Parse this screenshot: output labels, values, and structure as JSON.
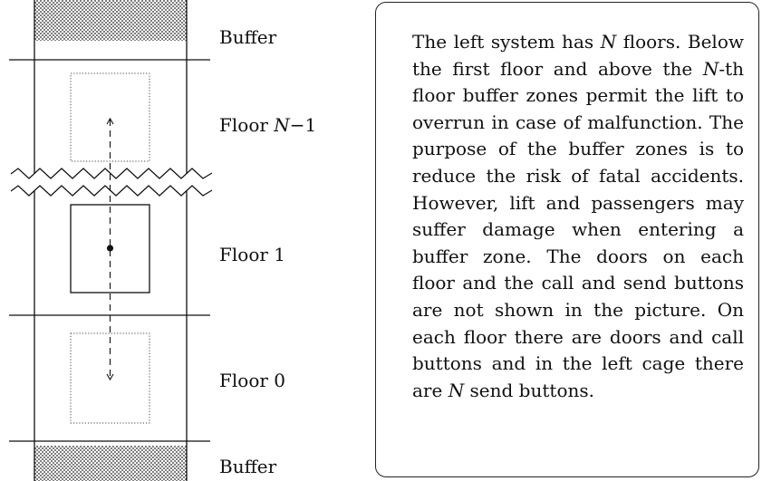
{
  "diagram": {
    "labels": {
      "buffer_top": "Buffer",
      "floor_top_prefix": "Floor ",
      "floor_top_var": "N",
      "floor_top_suffix": "−1",
      "floor_1": "Floor 1",
      "floor_0": "Floor 0",
      "buffer_bottom": "Buffer"
    }
  },
  "description": {
    "t1": "The left system has ",
    "v1": "N",
    "t2": " floors. Below the first floor and above the ",
    "v2": "N",
    "t3": "-th floor buffer zones permit the lift to overrun in case of malfunction. The purpose of the buffer zones is to reduce the risk of fatal accidents. However, lift and passengers may suffer damage when entering a buffer zone. The doors on each floor and the call and send buttons are not shown in the picture. On each floor there are doors and call buttons and in the left cage there are ",
    "v3": "N",
    "t4": " send buttons."
  }
}
